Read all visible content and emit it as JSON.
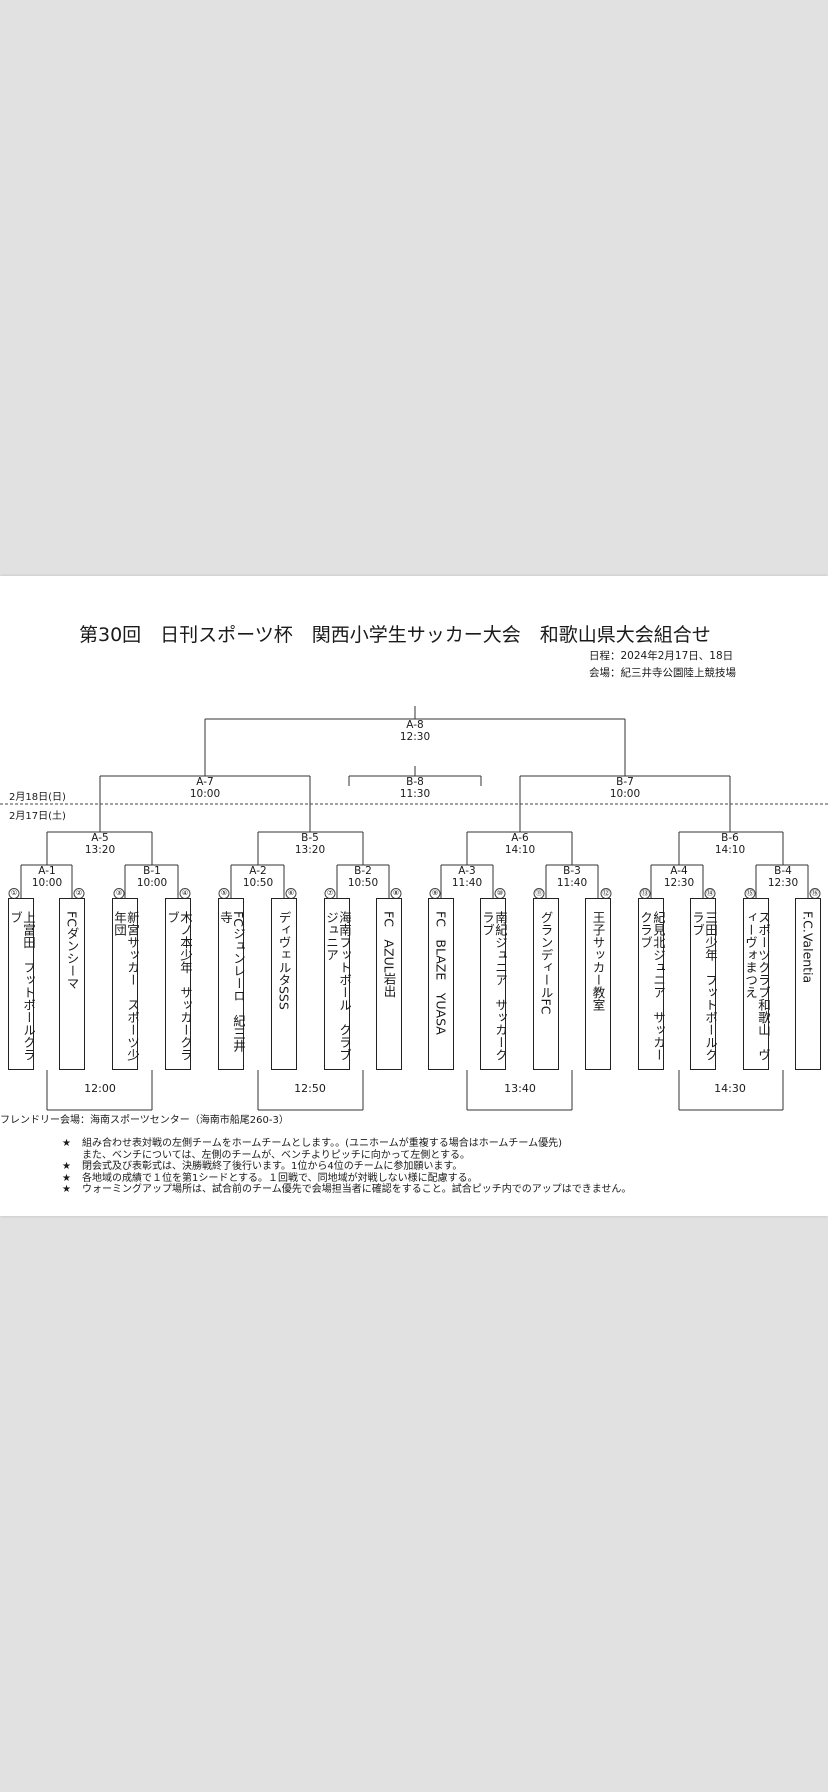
{
  "title": "第30回　日刊スポーツ杯　関西小学生サッカー大会　和歌山県大会組合せ",
  "schedule": "日程：2024年2月17日、18日",
  "venue": "会場：紀三井寺公園陸上競技場",
  "dates": {
    "day2": "2月18日(日)",
    "day1": "2月17日(土)"
  },
  "matches": {
    "A8": {
      "code": "A-8",
      "time": "12:30"
    },
    "B8": {
      "code": "B-8",
      "time": "11:30"
    },
    "A7": {
      "code": "A-7",
      "time": "10:00"
    },
    "B7": {
      "code": "B-7",
      "time": "10:00"
    },
    "A5": {
      "code": "A-5",
      "time": "13:20"
    },
    "B5": {
      "code": "B-5",
      "time": "13:20"
    },
    "A6": {
      "code": "A-6",
      "time": "14:10"
    },
    "B6": {
      "code": "B-6",
      "time": "14:10"
    },
    "A1": {
      "code": "A-1",
      "time": "10:00"
    },
    "B1": {
      "code": "B-1",
      "time": "10:00"
    },
    "A2": {
      "code": "A-2",
      "time": "10:50"
    },
    "B2": {
      "code": "B-2",
      "time": "10:50"
    },
    "A3": {
      "code": "A-3",
      "time": "11:40"
    },
    "B3": {
      "code": "B-3",
      "time": "11:40"
    },
    "A4": {
      "code": "A-4",
      "time": "12:30"
    },
    "B4": {
      "code": "B-4",
      "time": "12:30"
    }
  },
  "seeds": [
    "①",
    "②",
    "③",
    "④",
    "⑤",
    "⑥",
    "⑦",
    "⑧",
    "⑨",
    "⑩",
    "⑪",
    "⑫",
    "⑬",
    "⑭",
    "⑮",
    "⑯"
  ],
  "teams": [
    "上富田　フットボールクラブ",
    "FCダンシーマ",
    "新宮サッカー　スポーツ少年団",
    "木ノ本少年　サッカークラブ",
    "FCジュンレーロ　紀三井寺",
    "ディヴェルタSSS",
    "海南フットボール　クラブ　ジュニア",
    "FC　AZUL岩出",
    "FC　BLAZE　YUASA",
    "南紀ジュニア　サッカークラブ",
    "グランディールFC",
    "王子サッカー教室",
    "紀見北ジュニア　サッカークラブ",
    "三田少年　フットボールクラブ",
    "スポーツクラブ和歌山　ヴィーヴォまつえ",
    "F.C.Valentia"
  ],
  "friendly_times": [
    "12:00",
    "12:50",
    "13:40",
    "14:30"
  ],
  "friendly_venue": "フレンドリー会場：海南スポーツセンター（海南市船尾260-3）",
  "notes": [
    {
      "mark": "★",
      "text": "組み合わせ表対戦の左側チームをホームチームとします。。(ユニホームが重複する場合はホームチーム優先)"
    },
    {
      "mark": "",
      "text": "また、ベンチについては、左側のチームが、ベンチよりピッチに向かって左側とする。"
    },
    {
      "mark": "★",
      "text": "閉会式及び表彰式は、決勝戦終了後行います。1位から4位のチームに参加願います。"
    },
    {
      "mark": "★",
      "text": "各地域の成績で１位を第1シードとする。１回戦で、同地域が対戦しない様に配慮する。"
    },
    {
      "mark": "★",
      "text": "ウォーミングアップ場所は、試合前のチーム優先で会場担当者に確認をすること。試合ピッチ内でのアップはできません。"
    }
  ]
}
